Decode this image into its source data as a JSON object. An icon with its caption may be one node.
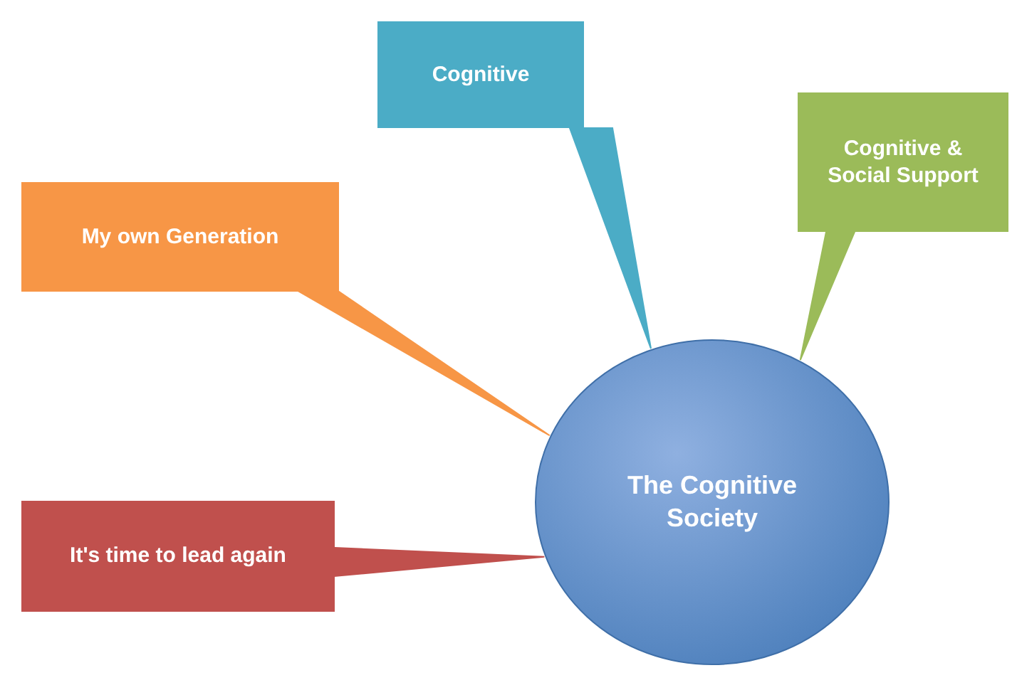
{
  "diagram": {
    "nodes": [
      {
        "text": [
          "Cognitive"
        ]
      },
      {
        "text": [
          "Cognitive & Social Support"
        ]
      },
      {
        "text": [
          "My own Generation"
        ]
      },
      {
        "text": [
          "It's time to lead again"
        ]
      },
      {
        "text": [
          "The Cognitive Society"
        ]
      }
    ],
    "edges": [
      {
        "from": 0,
        "to": 4,
        "arrow": "none",
        "color": "#4bacc6"
      },
      {
        "from": 1,
        "to": 4,
        "arrow": "none",
        "color": "#9bbb59"
      },
      {
        "from": 2,
        "to": 4,
        "arrow": "none",
        "color": "#f79646"
      },
      {
        "from": 3,
        "to": 4,
        "arrow": "none",
        "color": "#c0504d"
      }
    ]
  }
}
